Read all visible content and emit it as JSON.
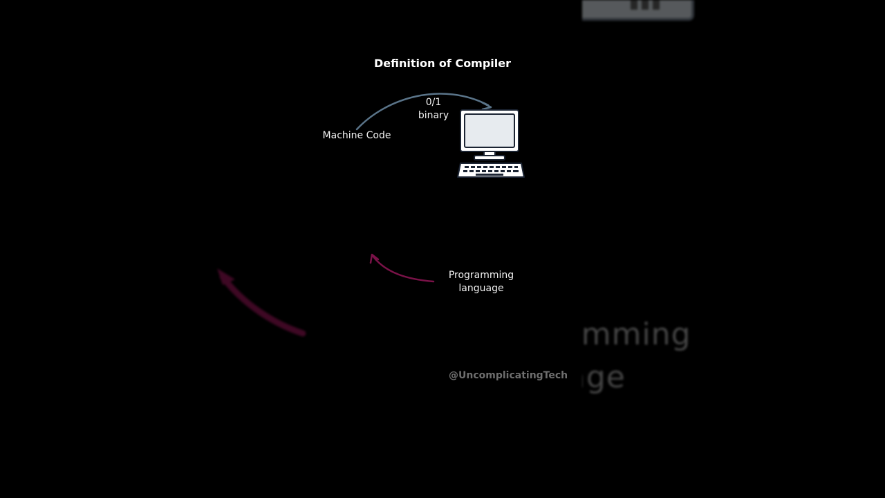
{
  "title": "Definition of Compiler",
  "diagram": {
    "machine_code_label": "Machine Code",
    "binary_label_line1": "0/1",
    "binary_label_line2": "binary",
    "programming_label_line1": "Programming",
    "programming_label_line2": "language",
    "computer_icon": "computer-icon",
    "colors": {
      "background": "#000000",
      "binary_arrow": "#5a7489",
      "programming_arrow": "#7a1248",
      "text": "#f2f2f2"
    }
  },
  "watermark": "@UncomplicatingTech",
  "background": {
    "text_line1": "Programming",
    "text_line2": "language"
  }
}
